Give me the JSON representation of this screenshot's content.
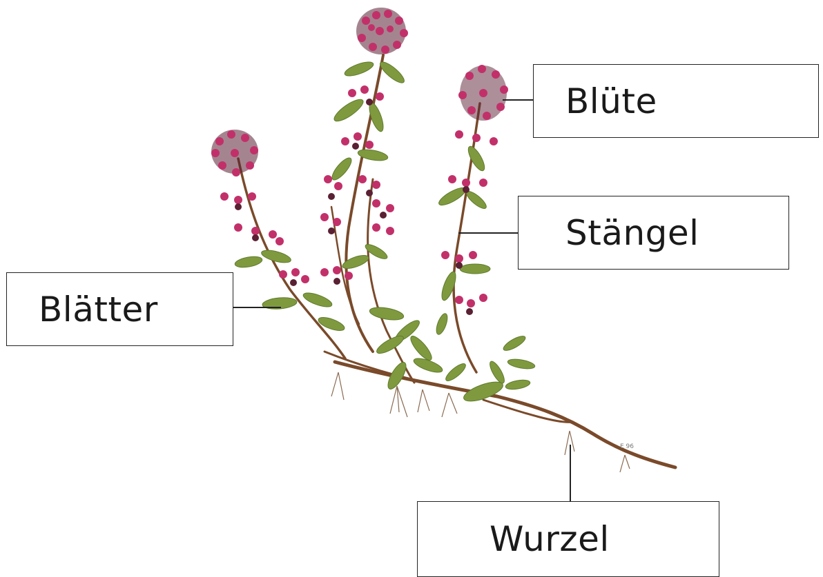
{
  "labels": {
    "bluete": "Blüte",
    "staengel": "Stängel",
    "blaetter": "Blätter",
    "wurzel": "Wurzel"
  },
  "colors": {
    "stem": "#7a4a2a",
    "leaf": "#7f9a3e",
    "leaf_dark": "#5e7a2c",
    "flower": "#c2306a",
    "flower_dark": "#5a2033",
    "root": "#8a6a50"
  }
}
